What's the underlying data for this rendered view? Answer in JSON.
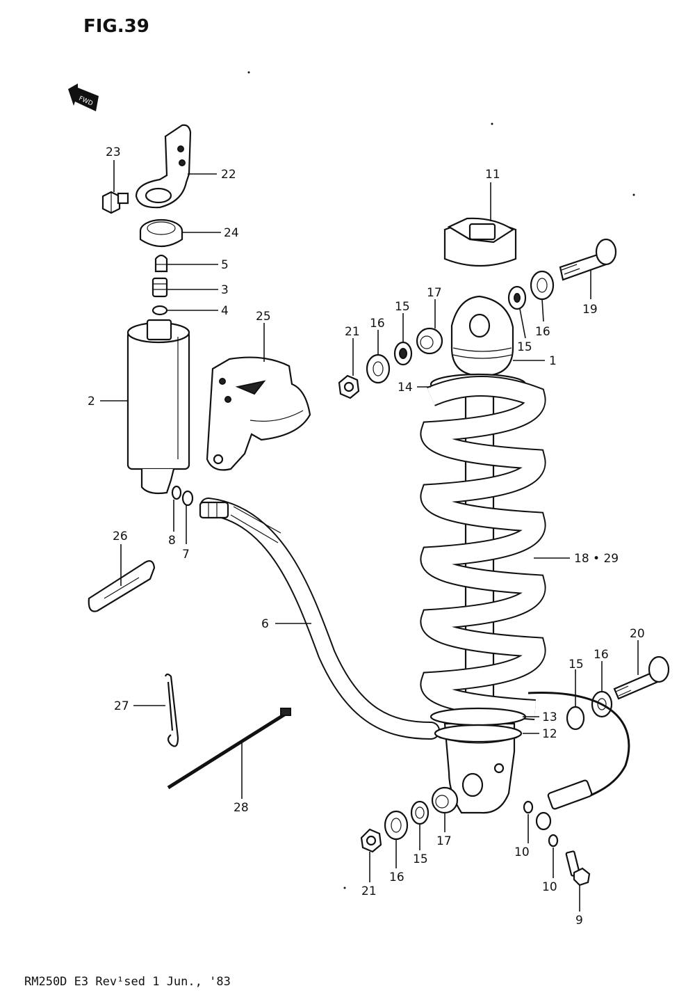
{
  "figure": {
    "title": "FIG.39",
    "footer": "RM250D E3 Rev¹sed 1 Jun., '83"
  },
  "callouts": {
    "c1": "1",
    "c2": "2",
    "c3": "3",
    "c4": "4",
    "c5": "5",
    "c6": "6",
    "c7": "7",
    "c8": "8",
    "c9": "9",
    "c10a": "10",
    "c10b": "10",
    "c11": "11",
    "c12": "12",
    "c13": "13",
    "c14": "14",
    "c15a": "15",
    "c15b": "15",
    "c15c": "15",
    "c15d": "15",
    "c16a": "16",
    "c16b": "16",
    "c16c": "16",
    "c16d": "16",
    "c17a": "17",
    "c17b": "17",
    "c1829": "18 • 29",
    "c19": "19",
    "c20": "20",
    "c21a": "21",
    "c21b": "21",
    "c22": "22",
    "c23": "23",
    "c24": "24",
    "c25": "25",
    "c26": "26",
    "c27": "27",
    "c28": "28"
  },
  "icons": {
    "front_arrow": "front-direction-arrow-icon"
  }
}
